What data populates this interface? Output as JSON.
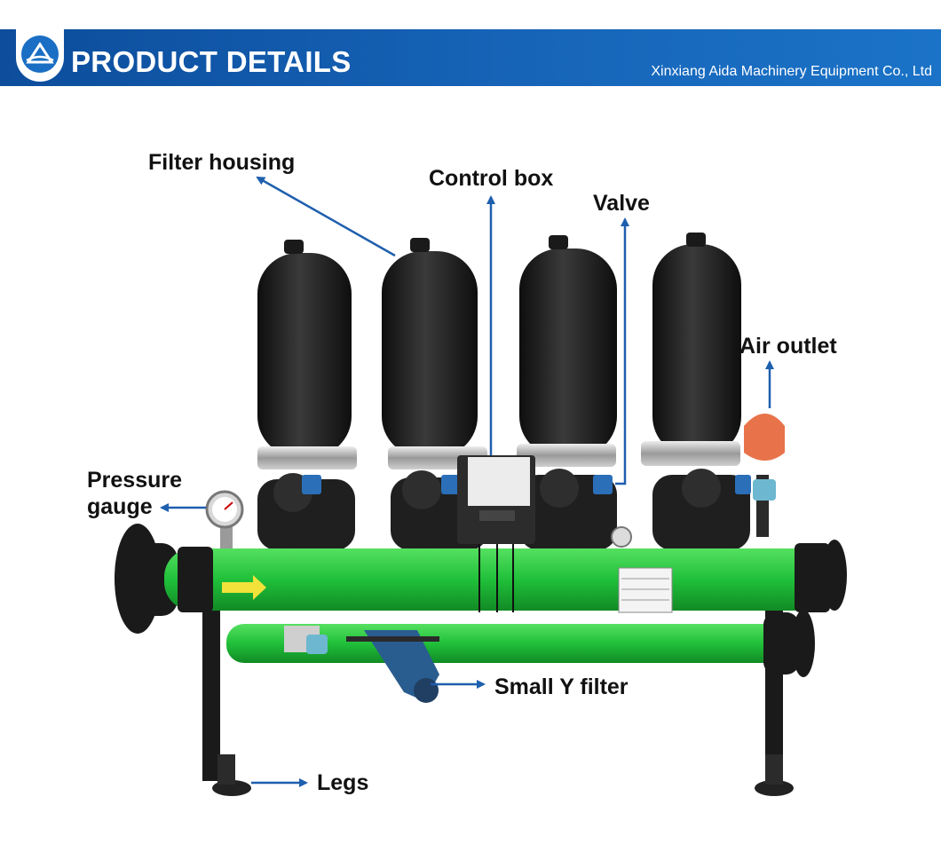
{
  "header": {
    "title": "PRODUCT DETAILS",
    "company": "Xinxiang Aida Machinery Equipment Co., Ltd",
    "logo_icon": "aida-logo-icon",
    "banner_color": "#1664b8"
  },
  "callouts": {
    "filter_housing": "Filter housing",
    "control_box": "Control box",
    "valve": "Valve",
    "air_outlet": "Air outlet",
    "pressure_gauge_line1": "Pressure",
    "pressure_gauge_line2": "gauge",
    "small_y_filter": "Small Y filter",
    "legs": "Legs"
  },
  "colors": {
    "pipe_green": "#21c23a",
    "housing_black": "#1c1c1c",
    "arrow_blue": "#1e5fae",
    "air_valve_orange": "#e8734a"
  }
}
